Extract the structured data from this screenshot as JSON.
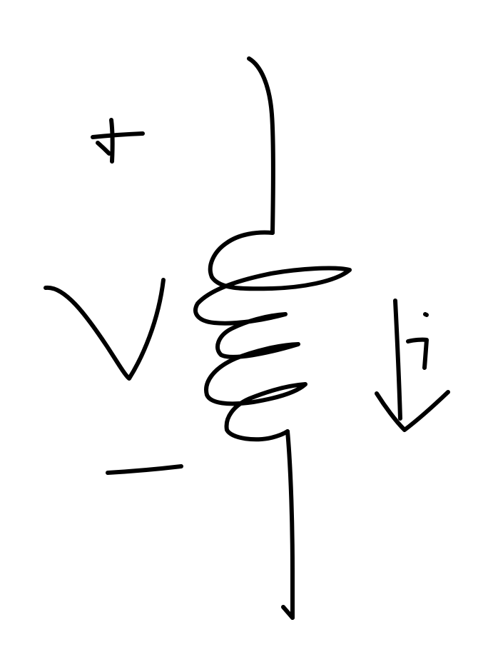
{
  "diagram": {
    "kind": "hand-drawn inductor symbol",
    "ink_color": "#000000",
    "background_color": "#ffffff",
    "labels": {
      "plus": "+",
      "voltage": "v",
      "minus": "−",
      "current": "i"
    }
  }
}
